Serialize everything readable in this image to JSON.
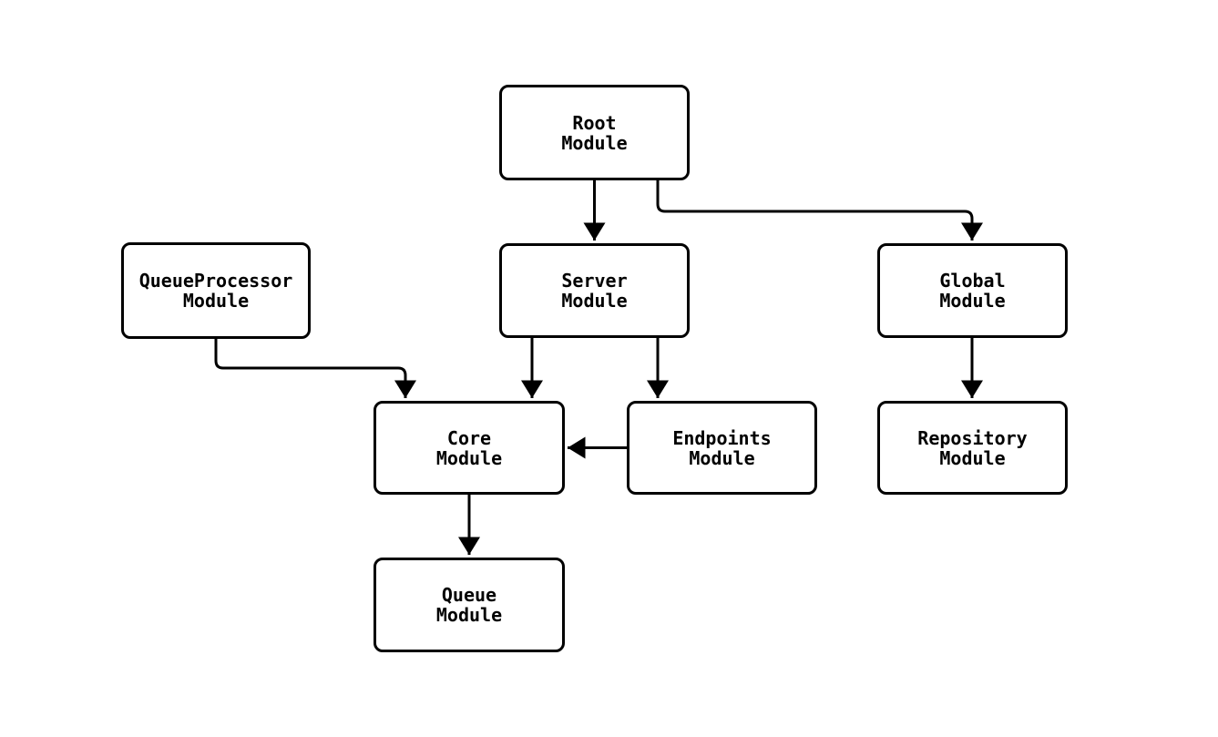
{
  "diagram": {
    "type": "module-dependency-graph",
    "background_color": "#ffffff",
    "node_fill_color": "#ffffff",
    "node_border_color": "#000000",
    "text_color": "#000000",
    "edge_color": "#000000",
    "nodes": [
      {
        "id": "root",
        "label": "Root\nModule"
      },
      {
        "id": "queueprocessor",
        "label": "QueueProcessor\nModule"
      },
      {
        "id": "server",
        "label": "Server\nModule"
      },
      {
        "id": "global",
        "label": "Global\nModule"
      },
      {
        "id": "core",
        "label": "Core\nModule"
      },
      {
        "id": "endpoints",
        "label": "Endpoints\nModule"
      },
      {
        "id": "repository",
        "label": "Repository\nModule"
      },
      {
        "id": "queue",
        "label": "Queue\nModule"
      }
    ],
    "edges": [
      {
        "from": "root",
        "to": "server"
      },
      {
        "from": "root",
        "to": "global"
      },
      {
        "from": "server",
        "to": "core"
      },
      {
        "from": "server",
        "to": "endpoints"
      },
      {
        "from": "queueprocessor",
        "to": "core"
      },
      {
        "from": "endpoints",
        "to": "core"
      },
      {
        "from": "global",
        "to": "repository"
      },
      {
        "from": "core",
        "to": "queue"
      }
    ]
  }
}
